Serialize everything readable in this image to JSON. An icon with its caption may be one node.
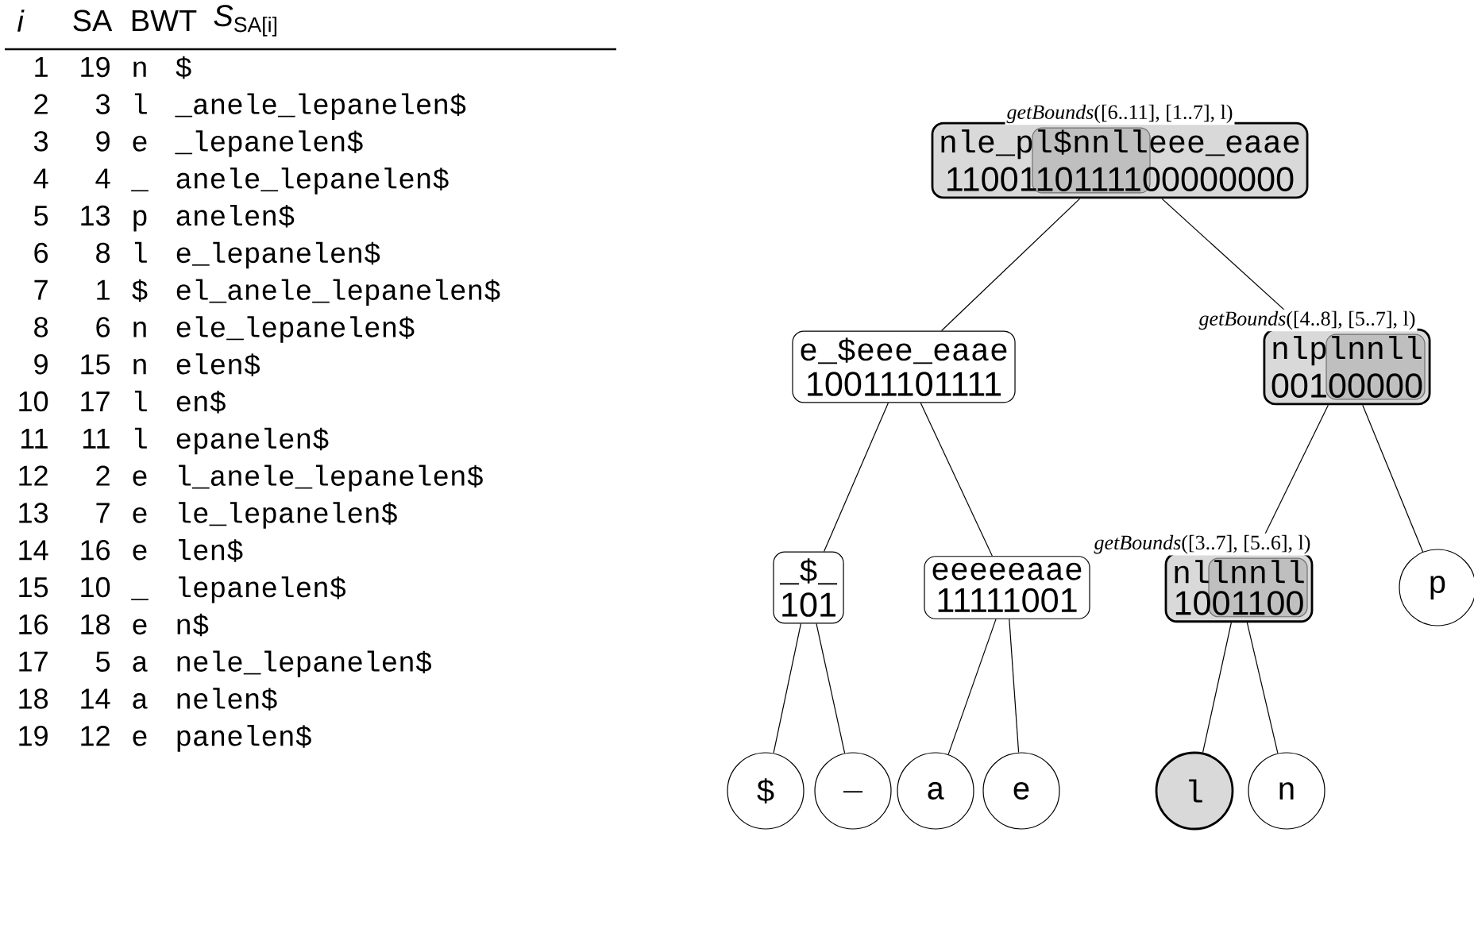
{
  "diagram": {
    "nodes": [
      {
        "text": [
          "nle_pl$nnlleee_eaae",
          "1100110111100000000"
        ],
        "beside": [
          "*getBounds*([6..11], [1..7], l)"
        ]
      },
      {
        "text": [
          "e_$eee_eaae",
          "10011101111"
        ]
      },
      {
        "text": [
          "nlplnnll",
          "00100000"
        ],
        "beside": [
          "*getBounds*([4..8], [5..7], l)"
        ]
      },
      {
        "text": [
          "_$_",
          "101"
        ]
      },
      {
        "text": [
          "eeeeeaae",
          "11111001"
        ]
      },
      {
        "text": [
          "nllnnll",
          "1001100"
        ],
        "beside": [
          "*getBounds*([3..7], [5..6], l)"
        ]
      },
      {
        "text": [
          "p"
        ]
      },
      {
        "text": [
          "$"
        ]
      },
      {
        "text": [
          "_"
        ]
      },
      {
        "text": [
          "a"
        ]
      },
      {
        "text": [
          "e"
        ]
      },
      {
        "text": [
          "l"
        ]
      },
      {
        "text": [
          "n"
        ]
      }
    ],
    "edges": [
      {
        "from": 0,
        "to": 1,
        "arrow": "none"
      },
      {
        "from": 0,
        "to": 2,
        "arrow": "none"
      },
      {
        "from": 1,
        "to": 3,
        "arrow": "none"
      },
      {
        "from": 1,
        "to": 4,
        "arrow": "none"
      },
      {
        "from": 2,
        "to": 5,
        "arrow": "none"
      },
      {
        "from": 2,
        "to": 6,
        "arrow": "none"
      },
      {
        "from": 3,
        "to": 7,
        "arrow": "none"
      },
      {
        "from": 3,
        "to": 8,
        "arrow": "none"
      },
      {
        "from": 4,
        "to": 9,
        "arrow": "none"
      },
      {
        "from": 4,
        "to": 10,
        "arrow": "none"
      },
      {
        "from": 5,
        "to": 11,
        "arrow": "none"
      },
      {
        "from": 5,
        "to": 12,
        "arrow": "none"
      }
    ],
    "labels": [
      "*i*",
      "SA",
      "BWT",
      "*S*$_{SA[i]}$",
      "1",
      "19",
      "n",
      "$",
      "2",
      "3",
      "l",
      "_anele_lepanelen$",
      "3",
      "9",
      "e",
      "_lepanelen$",
      "4",
      "4",
      "_",
      "anele_lepanelen$",
      "5",
      "13",
      "p",
      "anelen$",
      "6",
      "8",
      "l",
      "e_lepanelen$",
      "7",
      "1",
      "$",
      "el_anele_lepanelen$",
      "8",
      "6",
      "n",
      "ele_lepanelen$",
      "9",
      "15",
      "n",
      "elen$",
      "10",
      "17",
      "l",
      "en$",
      "11",
      "11",
      "l",
      "epanelen$",
      "12",
      "2",
      "e",
      "l_anele_lepanelen$",
      "13",
      "7",
      "e",
      "le_lepanelen$",
      "14",
      "16",
      "e",
      "len$",
      "15",
      "10",
      "_",
      "lepanelen$",
      "16",
      "18",
      "e",
      "n$",
      "17",
      "5",
      "a",
      "nele_lepanelen$",
      "18",
      "14",
      "a",
      "nelen$",
      "19",
      "12",
      "e",
      "panelen$"
    ]
  }
}
